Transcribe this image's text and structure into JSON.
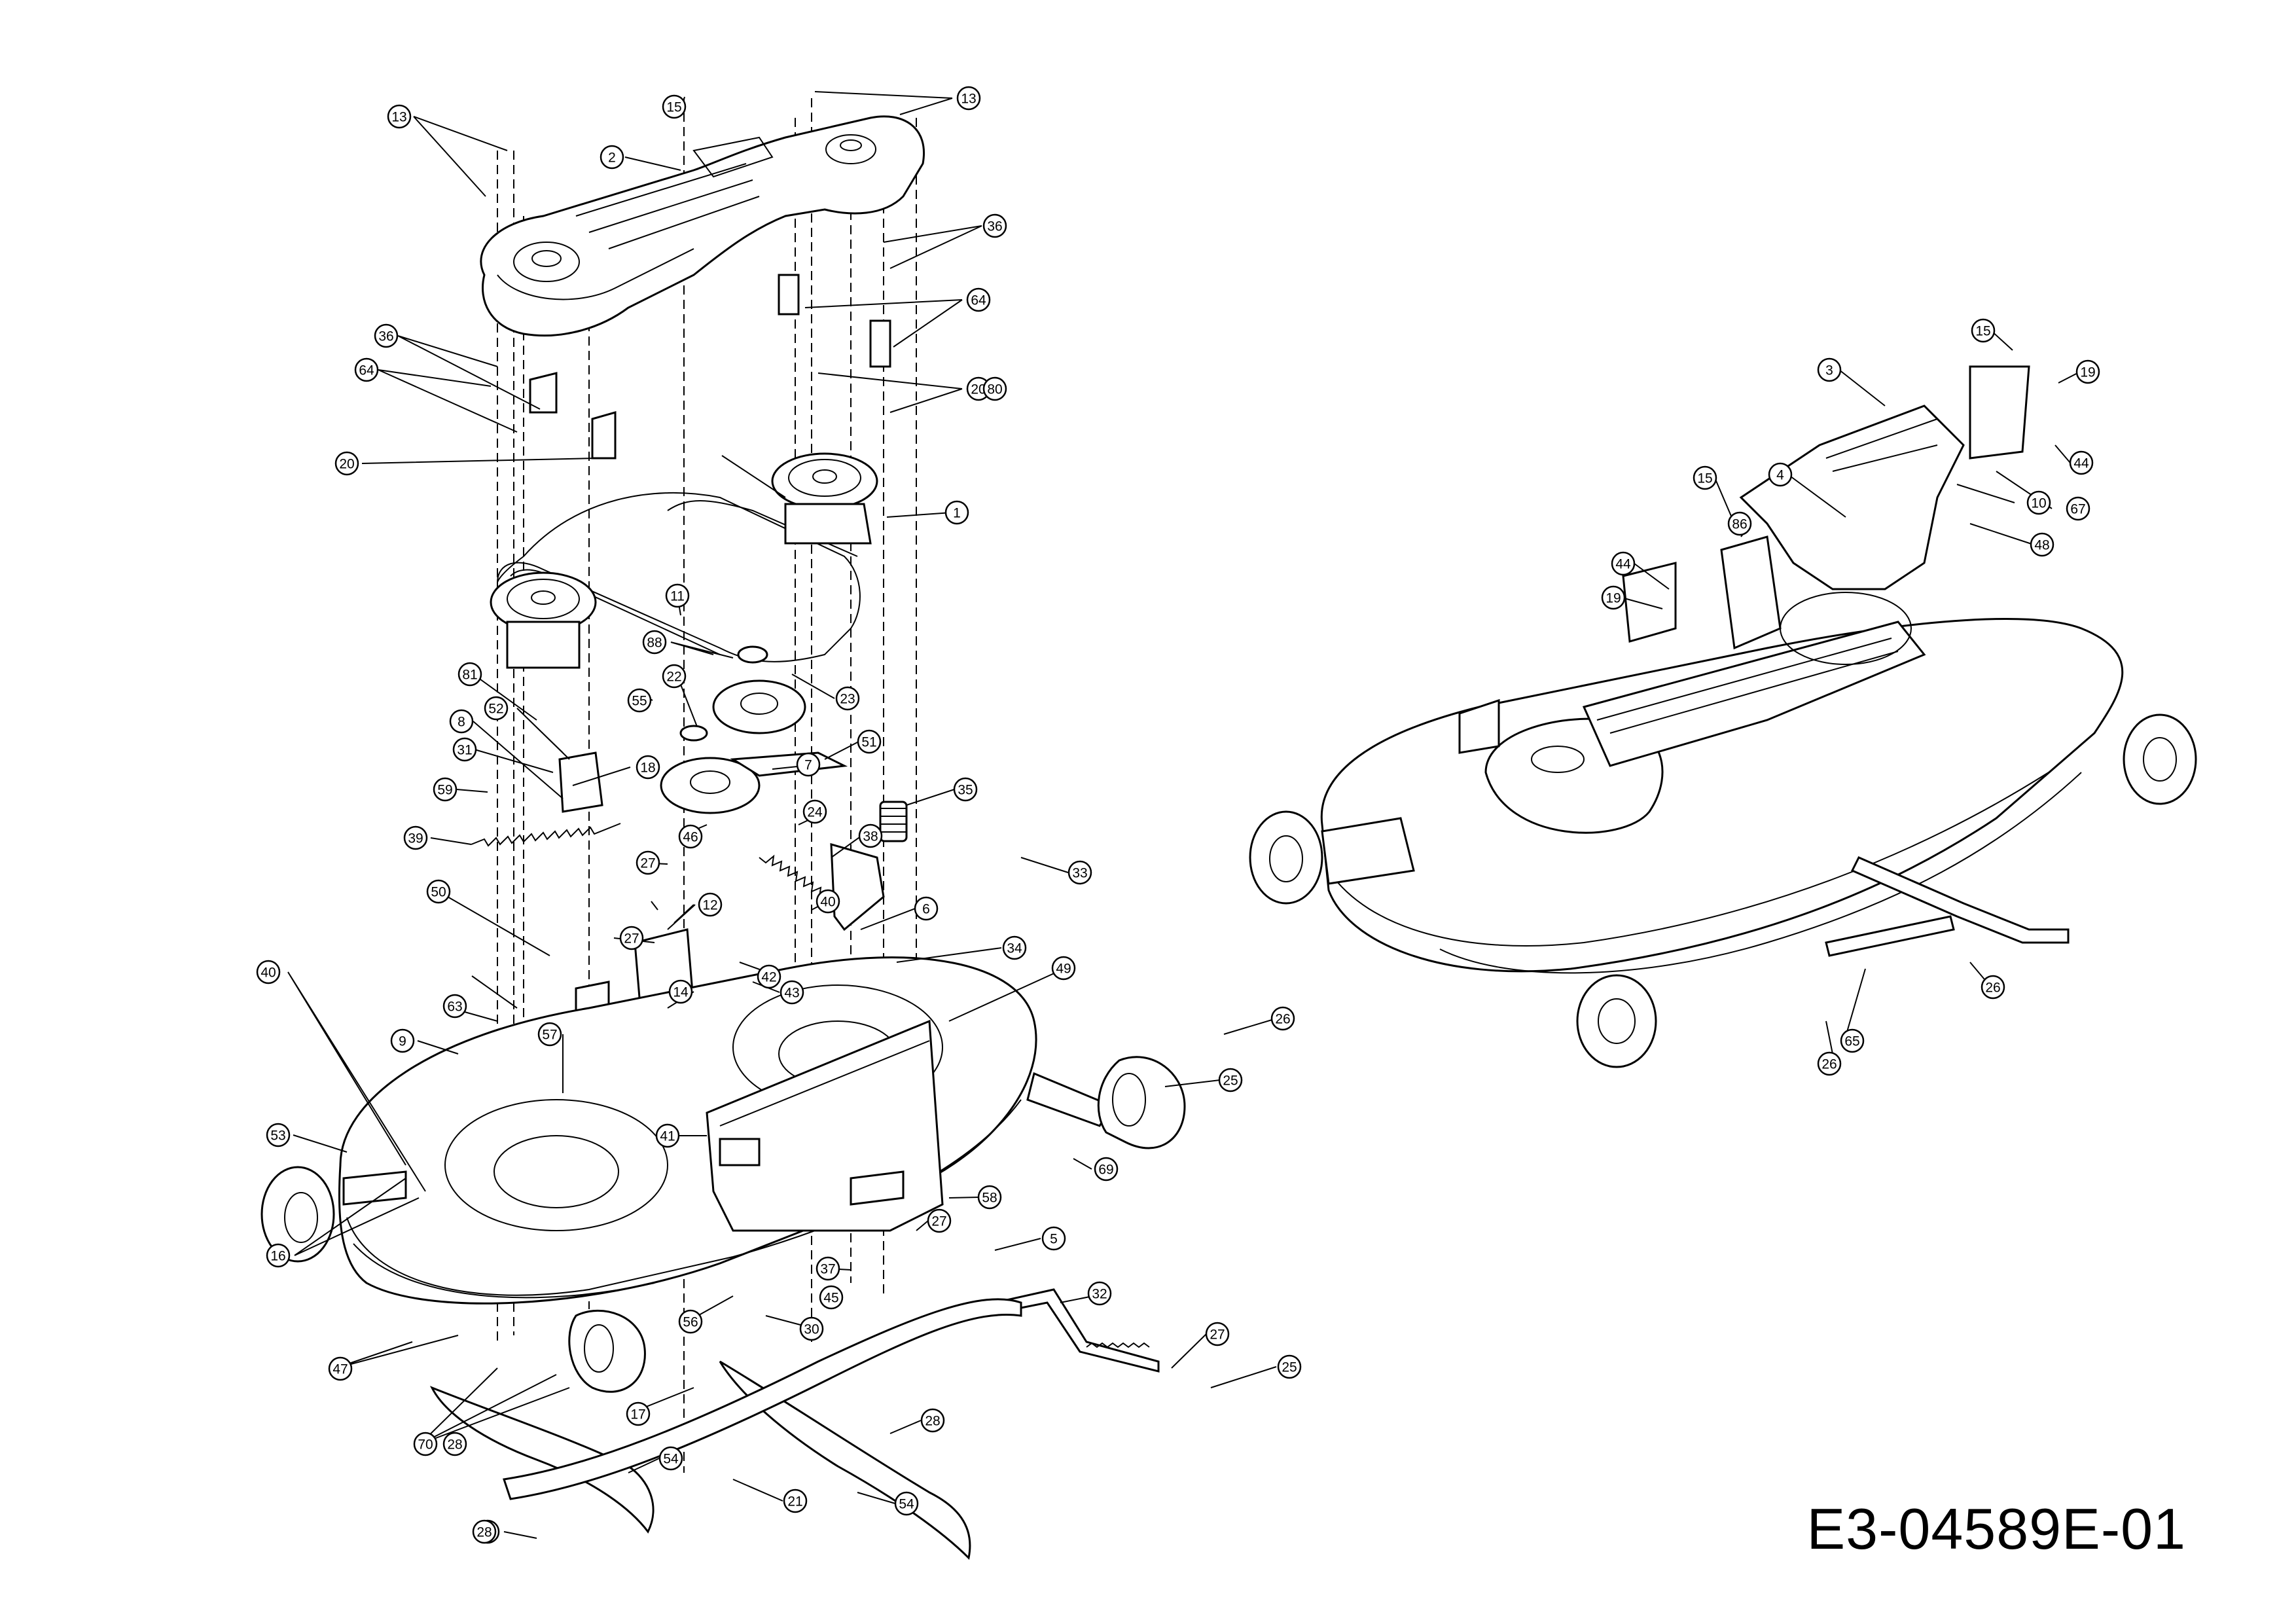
{
  "drawing_number": "E3-04589E-01",
  "left_assembly_callouts": [
    "13",
    "15",
    "13",
    "2",
    "36",
    "64",
    "36",
    "64",
    "20",
    "20",
    "80",
    "1",
    "11",
    "88",
    "22",
    "81",
    "55",
    "23",
    "52",
    "8",
    "18",
    "31",
    "51",
    "7",
    "59",
    "35",
    "24",
    "39",
    "46",
    "27",
    "38",
    "33",
    "50",
    "12",
    "40",
    "6",
    "27",
    "42",
    "34",
    "14",
    "49",
    "63",
    "43",
    "9",
    "40",
    "57",
    "26",
    "25",
    "53",
    "41",
    "69",
    "58",
    "27",
    "5",
    "16",
    "32",
    "37",
    "45",
    "56",
    "30",
    "27",
    "25",
    "47",
    "17",
    "28",
    "70",
    "54",
    "21",
    "54",
    "15",
    "28",
    "28"
  ],
  "right_assembly_callouts": [
    "15",
    "19",
    "3",
    "44",
    "10",
    "67",
    "4",
    "15",
    "48",
    "86",
    "44",
    "19",
    "26",
    "65",
    "26"
  ]
}
